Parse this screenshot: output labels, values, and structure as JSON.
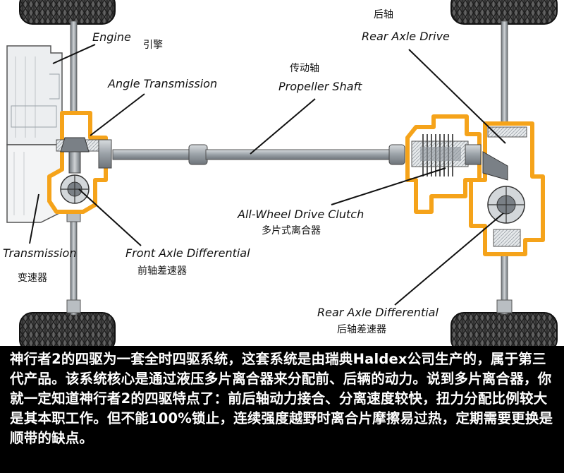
{
  "colors": {
    "highlight": "#f5a31a",
    "metal": "#8e959b",
    "tire": "#3a3a3a",
    "caption_bg": "#000000"
  },
  "labels": {
    "engine_en": "Engine",
    "engine_zh": "引擎",
    "rear_axle_zh": "后轴",
    "rear_axle_drive_en": "Rear Axle Drive",
    "angle_transmission_en": "Angle Transmission",
    "propeller_shaft_zh": "传动轴",
    "propeller_shaft_en": "Propeller Shaft",
    "awd_clutch_en": "All-Wheel Drive Clutch",
    "awd_clutch_zh": "多片式离合器",
    "transmission_en": "Transmission",
    "transmission_zh": "变速器",
    "front_axle_diff_en": "Front Axle Differential",
    "front_axle_diff_zh": "前轴差速器",
    "rear_axle_diff_en": "Rear Axle Differential",
    "rear_axle_diff_zh": "后轴差速器"
  },
  "caption": "神行者2的四驱为一套全时四驱系统，这套系统是由瑞典Haldex公司生产的，属于第三代产品。该系统核心是通过液压多片离合器来分配前、后辆的动力。说到多片离合器，你就一定知道神行者2的四驱特点了：前后轴动力接合、分离速度较快，扭力分配比例较大是其本职工作。但不能100%锁止，连续强度越野时离合片摩擦易过热，定期需要更换是顺带的缺点。"
}
